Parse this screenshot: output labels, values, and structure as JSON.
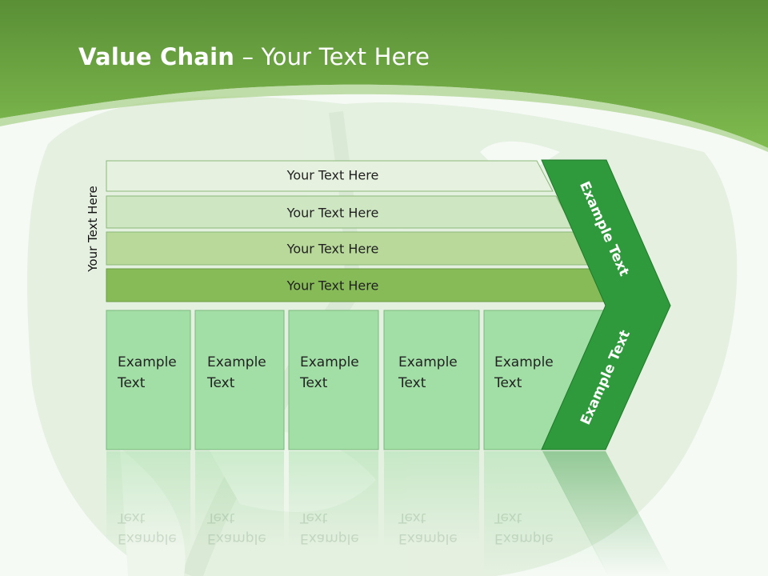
{
  "slide": {
    "title_bold": "Value Chain",
    "title_rest": " – Your Text Here",
    "side_label": "Your Text Here"
  },
  "bands": [
    {
      "label": "Your Text Here"
    },
    {
      "label": "Your Text Here"
    },
    {
      "label": "Your Text Here"
    },
    {
      "label": "Your Text Here"
    }
  ],
  "columns": [
    {
      "line1": "Example",
      "line2": "Text"
    },
    {
      "line1": "Example",
      "line2": "Text"
    },
    {
      "line1": "Example",
      "line2": "Text"
    },
    {
      "line1": "Example",
      "line2": "Text"
    },
    {
      "line1": "Example",
      "line2": "Text"
    }
  ],
  "arrow": {
    "upper_label": "Example Text",
    "lower_label": "Example Text"
  },
  "colors": {
    "header_green": "#6fae45",
    "arrow_green": "#2f9a3c",
    "band1": "#e6f2df",
    "band2": "#cfe6c3",
    "band3": "#b8d99a",
    "band4": "#86bb58",
    "column": "#a2dfa6"
  }
}
